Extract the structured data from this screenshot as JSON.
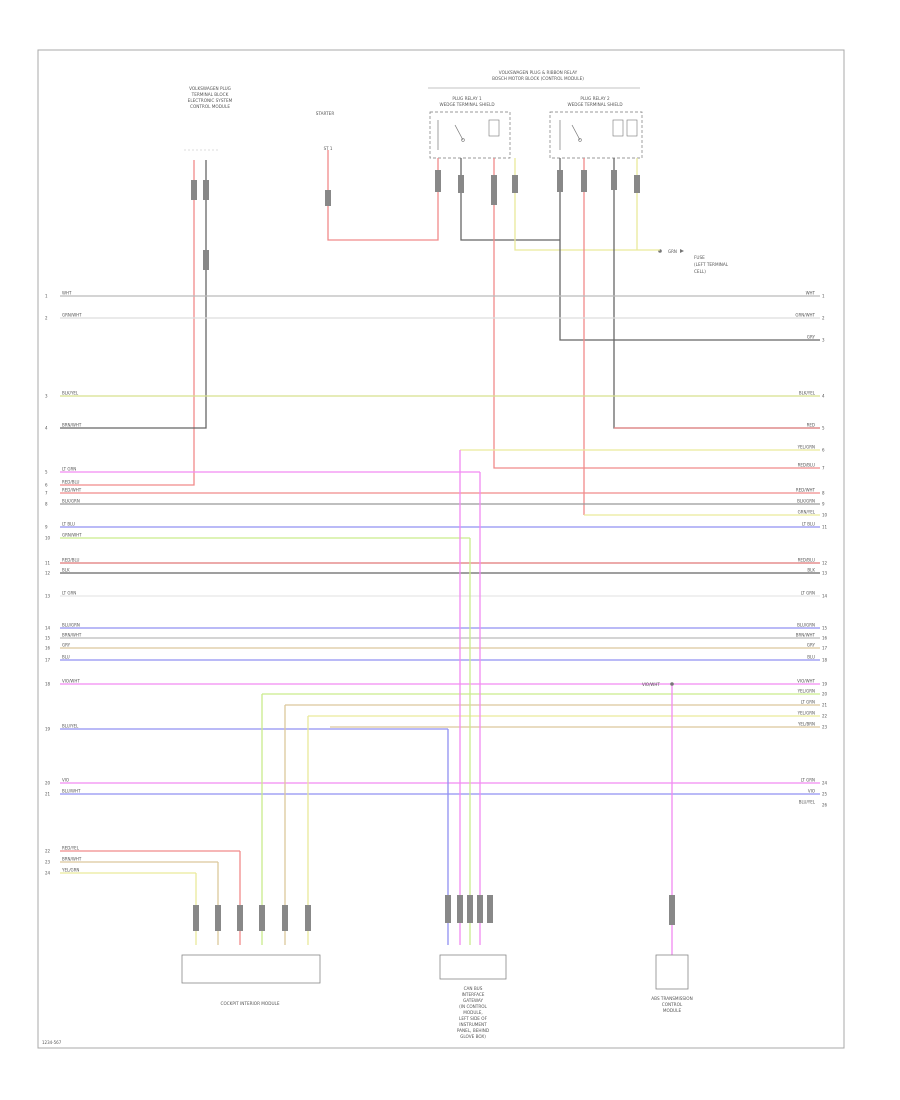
{
  "components": {
    "top_left_module": [
      "VOLKSWAGEN PLUG",
      "TERMINAL BLOCK",
      "ELECTRONIC SYSTEM",
      "CONTROL MODULE"
    ],
    "starter": "STARTER",
    "starter_pin": "ST 1",
    "fuse_block_title": [
      "VOLKSWAGEN PLUG & RIBBON RELAY",
      "BOSCH MOTOR BLOCK (CONTROL MODULE)"
    ],
    "relay_left": [
      "PLUG RELAY 1",
      "WEDGE TERMINAL SHIELD"
    ],
    "relay_right": [
      "PLUG RELAY 2",
      "WEDGE TERMINAL SHIELD"
    ],
    "fuse_ref": [
      "FUSE",
      "(LEFT TERMINAL",
      "CELL)"
    ],
    "fuse_ref_pin": "GRN",
    "cockpit_module": "COCKPIT INTERIOR MODULE",
    "center_module": [
      "CAN BUS",
      "INTERFACE",
      "GATEWAY",
      "(IN CONTROL",
      "MODULE,",
      "LEFT SIDE OF",
      "INSTRUMENT",
      "PANEL, BEHIND",
      "GLOVE BOX)"
    ],
    "right_module": [
      "ABS TRANSMISSION",
      "CONTROL",
      "MODULE"
    ],
    "page_id": "1234-567"
  },
  "wires": {
    "left": [
      {
        "pin": "1",
        "label": "WHT"
      },
      {
        "pin": "2",
        "label": "GRN/WHT"
      },
      {
        "pin": "3",
        "label": "BLK/YEL"
      },
      {
        "pin": "4",
        "label": "BRN/WHT"
      },
      {
        "pin": "5",
        "label": "LT GRN"
      },
      {
        "pin": "6",
        "label": "RED/BLU"
      },
      {
        "pin": "7",
        "label": "RED/WHT"
      },
      {
        "pin": "8",
        "label": "BLK/GRN"
      },
      {
        "pin": "9",
        "label": "LT BLU"
      },
      {
        "pin": "10",
        "label": "GRN/WHT"
      },
      {
        "pin": "11",
        "label": "RED/BLU"
      },
      {
        "pin": "12",
        "label": "BLK"
      },
      {
        "pin": "13",
        "label": "LT GRN"
      },
      {
        "pin": "14",
        "label": "BLU/GRN"
      },
      {
        "pin": "15",
        "label": "BRN/WHT"
      },
      {
        "pin": "16",
        "label": "GRY"
      },
      {
        "pin": "17",
        "label": "BLU"
      },
      {
        "pin": "18",
        "label": "VIO/WHT"
      },
      {
        "pin": "19",
        "label": "BLU/YEL"
      },
      {
        "pin": "20",
        "label": "VIO"
      },
      {
        "pin": "21",
        "label": "BLU/WHT"
      },
      {
        "pin": "22",
        "label": "RED/YEL"
      },
      {
        "pin": "23",
        "label": "BRN/WHT"
      },
      {
        "pin": "24",
        "label": "YEL/GRN"
      }
    ],
    "right": [
      {
        "pin": "1",
        "label": "WHT"
      },
      {
        "pin": "2",
        "label": "GRN/WHT"
      },
      {
        "pin": "3",
        "label": "GRY"
      },
      {
        "pin": "4",
        "label": "BLK/YEL"
      },
      {
        "pin": "5",
        "label": "RED"
      },
      {
        "pin": "6",
        "label": "YEL/GRN"
      },
      {
        "pin": "7",
        "label": "RED/BLU"
      },
      {
        "pin": "8",
        "label": "RED/WHT"
      },
      {
        "pin": "9",
        "label": "BLK/GRN"
      },
      {
        "pin": "10",
        "label": "GRN/YEL"
      },
      {
        "pin": "11",
        "label": "LT BLU"
      },
      {
        "pin": "12",
        "label": "RED/BLU"
      },
      {
        "pin": "13",
        "label": "BLK"
      },
      {
        "pin": "14",
        "label": "LT GRN"
      },
      {
        "pin": "15",
        "label": "BLU/GRN"
      },
      {
        "pin": "16",
        "label": "BRN/WHT"
      },
      {
        "pin": "17",
        "label": "GRY"
      },
      {
        "pin": "18",
        "label": "BLU"
      },
      {
        "pin": "19",
        "label": "VIO/WHT"
      },
      {
        "pin": "20",
        "label": "YEL/GRN"
      },
      {
        "pin": "21",
        "label": "LT GRN"
      },
      {
        "pin": "22",
        "label": "YEL/GRN"
      },
      {
        "pin": "23",
        "label": "YEL/BRN"
      },
      {
        "pin": "24",
        "label": "LT GRN"
      },
      {
        "pin": "25",
        "label": "VIO"
      },
      {
        "pin": "26",
        "label": "BLU/YEL"
      }
    ],
    "center_tap": "VIO/WHT"
  },
  "colors": {
    "border": "#a8a8a8",
    "red": "#f08a8a",
    "black": "#666666",
    "gray": "#a6a6a6",
    "white": "#dedede",
    "yellow": "#e9e99a",
    "green": "#c9ec8c",
    "blue": "#9090f2",
    "violet": "#f28af2",
    "brown": "#dcc89c"
  }
}
